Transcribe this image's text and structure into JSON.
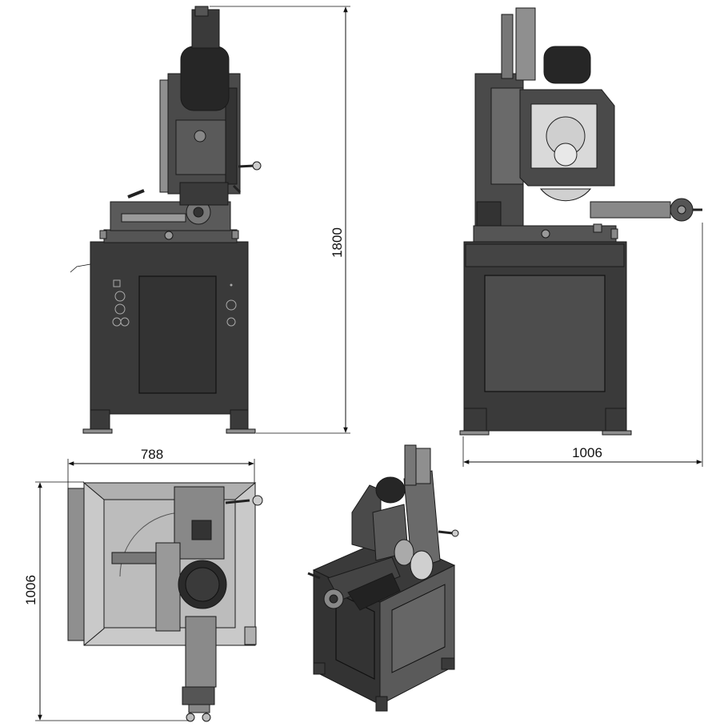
{
  "dimensions": {
    "height_front": "1800",
    "depth_side": "1006",
    "width_top": "788",
    "depth_top": "1006"
  },
  "colors": {
    "dark": "#3a3a3a",
    "darker": "#262626",
    "mid": "#555555",
    "light": "#8f8f8f",
    "lighter": "#b5b5b5",
    "paper": "#ffffff",
    "line": "#111111"
  },
  "views": [
    "front-view",
    "side-view",
    "top-view",
    "isometric-view"
  ]
}
